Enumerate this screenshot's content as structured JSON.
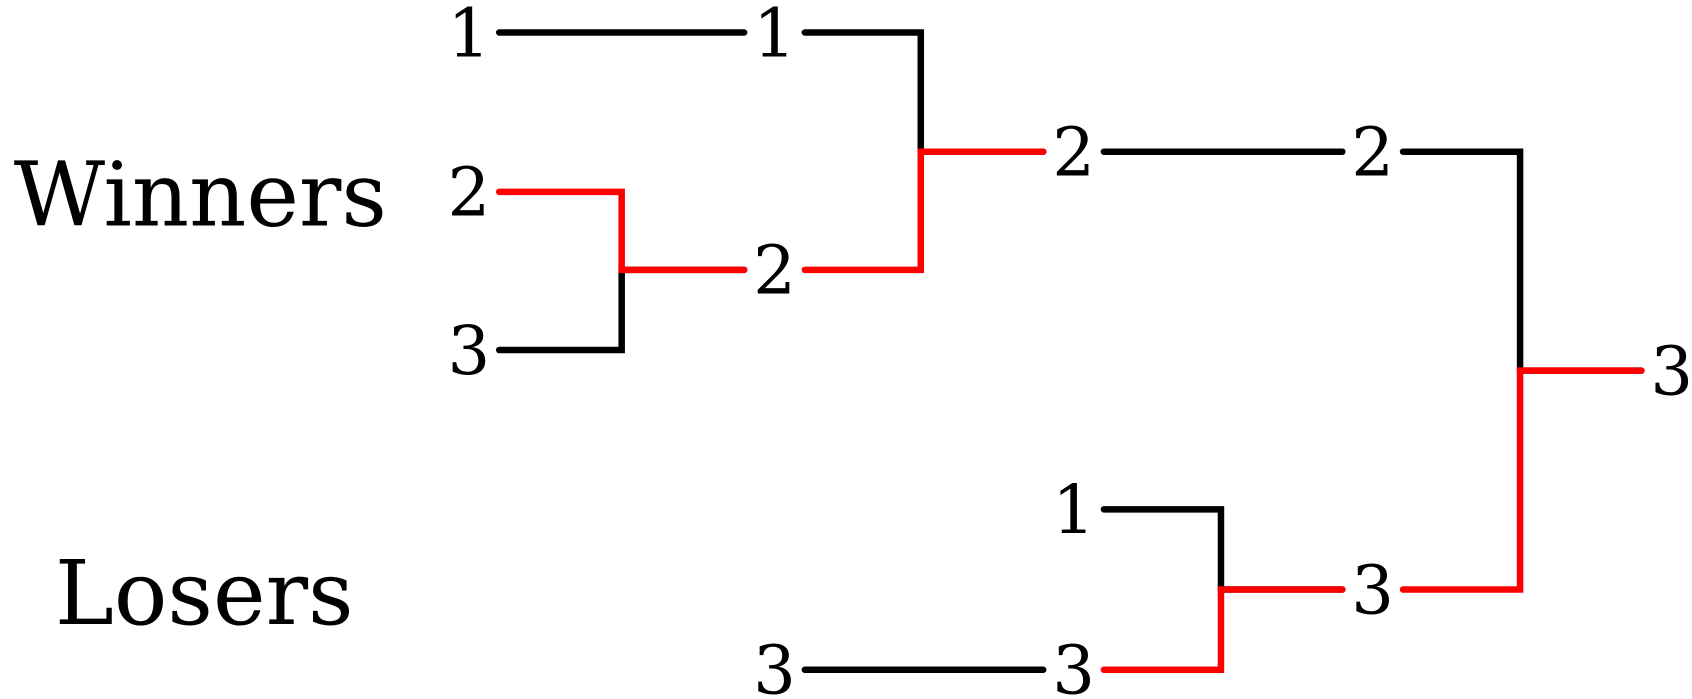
{
  "colors": {
    "default": "#000000",
    "highlight": "#ff0000",
    "background": "#ffffff"
  },
  "brackets": {
    "winners_label": "Winners",
    "losers_label": "Losers"
  },
  "nodes": [
    {
      "id": "w-r1-a",
      "text": "1",
      "bracket": "winners",
      "round": 1
    },
    {
      "id": "w-r1-b",
      "text": "2",
      "bracket": "winners",
      "round": 1
    },
    {
      "id": "w-r1-c",
      "text": "3",
      "bracket": "winners",
      "round": 1
    },
    {
      "id": "w-r2-a",
      "text": "1",
      "bracket": "winners",
      "round": 2
    },
    {
      "id": "w-r2-b",
      "text": "2",
      "bracket": "winners",
      "round": 2
    },
    {
      "id": "w-r3",
      "text": "2",
      "bracket": "winners",
      "round": 3
    },
    {
      "id": "w-r4",
      "text": "2",
      "bracket": "winners",
      "round": 4
    },
    {
      "id": "l-r2",
      "text": "3",
      "bracket": "losers",
      "round": 2
    },
    {
      "id": "l-r3-a",
      "text": "1",
      "bracket": "losers",
      "round": 3
    },
    {
      "id": "l-r3-b",
      "text": "3",
      "bracket": "losers",
      "round": 3
    },
    {
      "id": "l-r4",
      "text": "3",
      "bracket": "losers",
      "round": 4
    },
    {
      "id": "final",
      "text": "3",
      "bracket": "final",
      "round": 5
    }
  ],
  "edges": [
    {
      "from": "w-r1-a",
      "to": "w-r2-a",
      "highlight": false
    },
    {
      "from": "w-r1-b",
      "to": "w-r2-b",
      "highlight": true
    },
    {
      "from": "w-r1-c",
      "to": "w-r2-b",
      "highlight": false
    },
    {
      "from": "w-r2-a",
      "to": "w-r3",
      "highlight": false
    },
    {
      "from": "w-r2-b",
      "to": "w-r3",
      "highlight": true
    },
    {
      "from": "w-r3",
      "to": "w-r4",
      "highlight": false
    },
    {
      "from": "l-r2",
      "to": "l-r3-b",
      "highlight": false
    },
    {
      "from": "l-r3-a",
      "to": "l-r4",
      "highlight": false
    },
    {
      "from": "l-r3-b",
      "to": "l-r4",
      "highlight": true
    },
    {
      "from": "w-r4",
      "to": "final",
      "highlight": false
    },
    {
      "from": "l-r4",
      "to": "final",
      "highlight": true
    }
  ]
}
